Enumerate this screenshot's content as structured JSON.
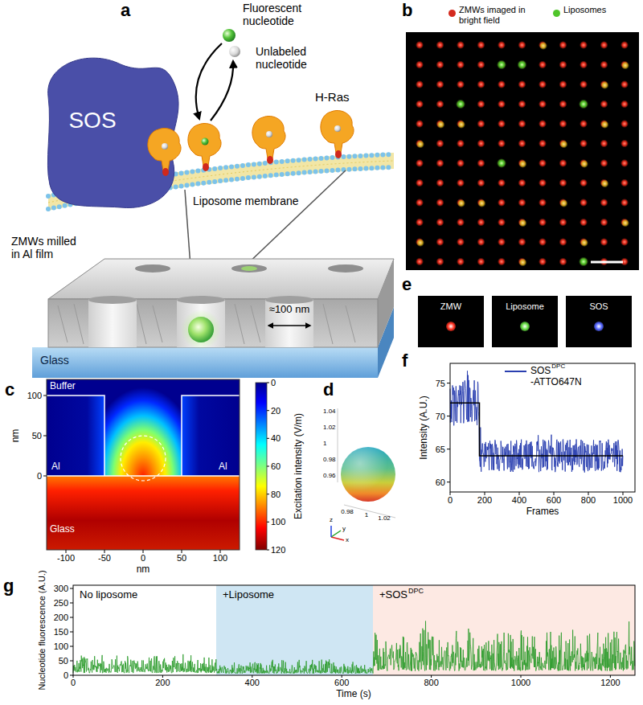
{
  "diagram": {
    "nodes": [
      {
        "text": [
          "ZMW"
        ]
      },
      {
        "text": [
          "Liposome"
        ]
      },
      {
        "text": [
          "SOS"
        ]
      },
      {
        "text": [
          "No liposome"
        ]
      },
      {
        "text": [
          "+Liposome"
        ]
      },
      {
        "text": [
          "+SOS",
          "DPC"
        ]
      }
    ],
    "labels": [
      "a",
      "b",
      "c",
      "d",
      "e",
      "f",
      "g",
      "Fluorescent nucleotide",
      "Unlabeled nucleotide",
      "SOS",
      "H-Ras",
      "Liposome membrane",
      "ZMWs milled in Al film",
      "≈100 nm",
      "Glass",
      "Buffer",
      "Al",
      "Al",
      "Glass",
      "100",
      "50",
      "0",
      "nm",
      "-100",
      "-50",
      "0",
      "50",
      "100",
      "nm",
      "0",
      "20",
      "40",
      "60",
      "80",
      "100",
      "120",
      "Excitation intensity (V/m)",
      "1.04",
      "1.02",
      "1",
      "0.98",
      "0.96",
      "0.98",
      "1",
      "1.02",
      "x",
      "y",
      "z",
      "75",
      "70",
      "65",
      "60",
      "0",
      "200",
      "400",
      "600",
      "800",
      "1000",
      "Frames",
      "Intensity (A.U.)",
      "SOS",
      "DPC",
      "-ATTO647N",
      "0",
      "50",
      "100",
      "150",
      "200",
      "250",
      "300",
      "0",
      "200",
      "400",
      "600",
      "800",
      "1000",
      "1200",
      "Time (s)",
      "Nucleotide fluorescence (A.U.)"
    ],
    "legend": [
      {
        "text": "ZMWs imaged in bright field",
        "color": "#d42a1e"
      },
      {
        "text": "Liposomes",
        "color": "#4fc52a"
      }
    ]
  }
}
